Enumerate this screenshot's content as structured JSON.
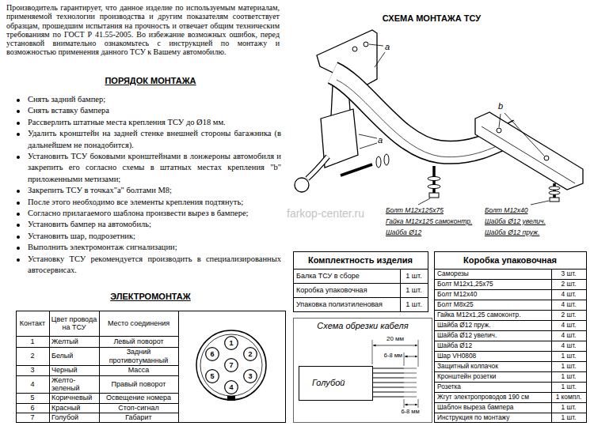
{
  "diagram": {
    "nodes": [
      {
        "text": [
          "1"
        ]
      },
      {
        "text": [
          "6"
        ]
      },
      {
        "text": [
          "2"
        ]
      },
      {
        "text": [
          "7"
        ]
      },
      {
        "text": [
          "5"
        ]
      },
      {
        "text": [
          "3"
        ]
      },
      {
        "text": [
          "4"
        ]
      },
      {
        "text": [
          "Схема обрезки кабеля"
        ]
      },
      {
        "text": [
          "Голубой"
        ],
        "in": 7
      }
    ],
    "labels": [
      "Производитель гарантирует, что данное изделие по используемым материалам, применяемой технологии производства и другим показателям соответствует образцам, прошедшим испытания на прочность и отвечает общим техническим требованиям по ГОСТ Р 41.55-2005. Во избежание возможных ошибок, перед установкой внимательно ознакомьтесь с инструкцией по монтажу и возможностью применения данного ТСУ к Вашему автомобилю.",
      "ПОРЯДОК МОНТАЖА",
      "Снять задний бампер;",
      "Снять вставку бампера",
      "Рассверлить штатные места крепления ТСУ до Ø18 мм.",
      "Удалить кронштейн на задней стенке внешней стороны багажника (в дальнейшем не понадобится).",
      "Установить ТСУ боковыми кронштейнами в лонжероны автомобиля и закрепить его согласно схемы в штатных местах крепления \"b\" приложенными метизами;",
      "Закрепить ТСУ в точках\"a\" болтами М8;",
      "После этого необходимо все элементы крепления подтянуть;",
      "Согласно прилагаемого шаблона произвести вырез в бампере;",
      "Установить бампер на автомобиль;",
      "Установить шар, подрозетник;",
      "Выполнить электромонтаж сигнализации;",
      "Установку ТСУ рекомендуется производить в специализированных автосервисах.",
      "ЭЛЕКТРОМОНТАЖ",
      "Контакт",
      "Цвет провода на ТСУ",
      "Место соединения",
      "1",
      "Желтый",
      "Левый поворот",
      "2",
      "Белый",
      "Задний противотуманный",
      "3",
      "Черный",
      "Масса",
      "4",
      "Желто-зеленый",
      "Правый поворот",
      "5",
      "Коричневый",
      "Освещение номера",
      "6",
      "Красный",
      "Стоп-сигнал",
      "7",
      "Голубой",
      "Габарит",
      "СХЕМА МОНТАЖА ТСУ",
      "a",
      "a",
      "b",
      "Болт М12х125х75",
      "Гайка М12х125 самоконтр.",
      "Шайба Ø12",
      "Болт М12х40",
      "Шайба Ø12 увелич.",
      "Шайба Ø12 пруж.",
      "farkop-center.ru",
      "Комплектность изделия",
      "Балка ТСУ в сборе",
      "1 шт.",
      "Коробка упаковочная",
      "1 шт.",
      "Упаковка полиэтиленовая",
      "1 шт.",
      "Коробка упаковочная",
      "Саморезы",
      "3 шт.",
      "Болт М12х1,25х75",
      "2 шт.",
      "Болт М12х40",
      "4 шт.",
      "Болт М8х25",
      "4 шт.",
      "Гайка М12х1,25 самоконтр.",
      "2 шт.",
      "Шайба Ø12 пруж.",
      "4 шт.",
      "Шайба Ø12 увелич.",
      "4 шт.",
      "Шайба Ø12",
      "4 шт.",
      "Шар VH0808",
      "1 шт.",
      "Защитный колпачок",
      "1 шт.",
      "Кронштейн розетки",
      "1 шт.",
      "Розетка",
      "1 шт.",
      "Жгут электропроводов 190 см",
      "1 компл.",
      "Шаблон выреза бампера",
      "1 шт.",
      "Инструкция по монтажу",
      "1 шт.",
      "20 мм",
      "6-8 мм",
      "6-8 мм"
    ]
  }
}
